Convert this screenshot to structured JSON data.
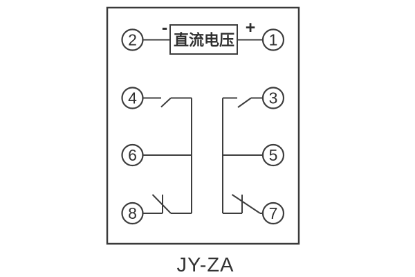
{
  "diagram": {
    "caption": "JY-ZA",
    "power": {
      "minus": "-",
      "plus": "+",
      "label": "直流电压"
    },
    "terminals": {
      "t1": "1",
      "t2": "2",
      "t3": "3",
      "t4": "4",
      "t5": "5",
      "t6": "6",
      "t7": "7",
      "t8": "8"
    },
    "contacts": {
      "top_left": "normally-open-contact",
      "top_right": "normally-open-contact",
      "bottom_left": "normally-closed-contact",
      "bottom_right": "normally-closed-contact"
    },
    "colors": {
      "line": "#3d3d3d",
      "text": "#333333",
      "background": "#ffffff"
    }
  }
}
